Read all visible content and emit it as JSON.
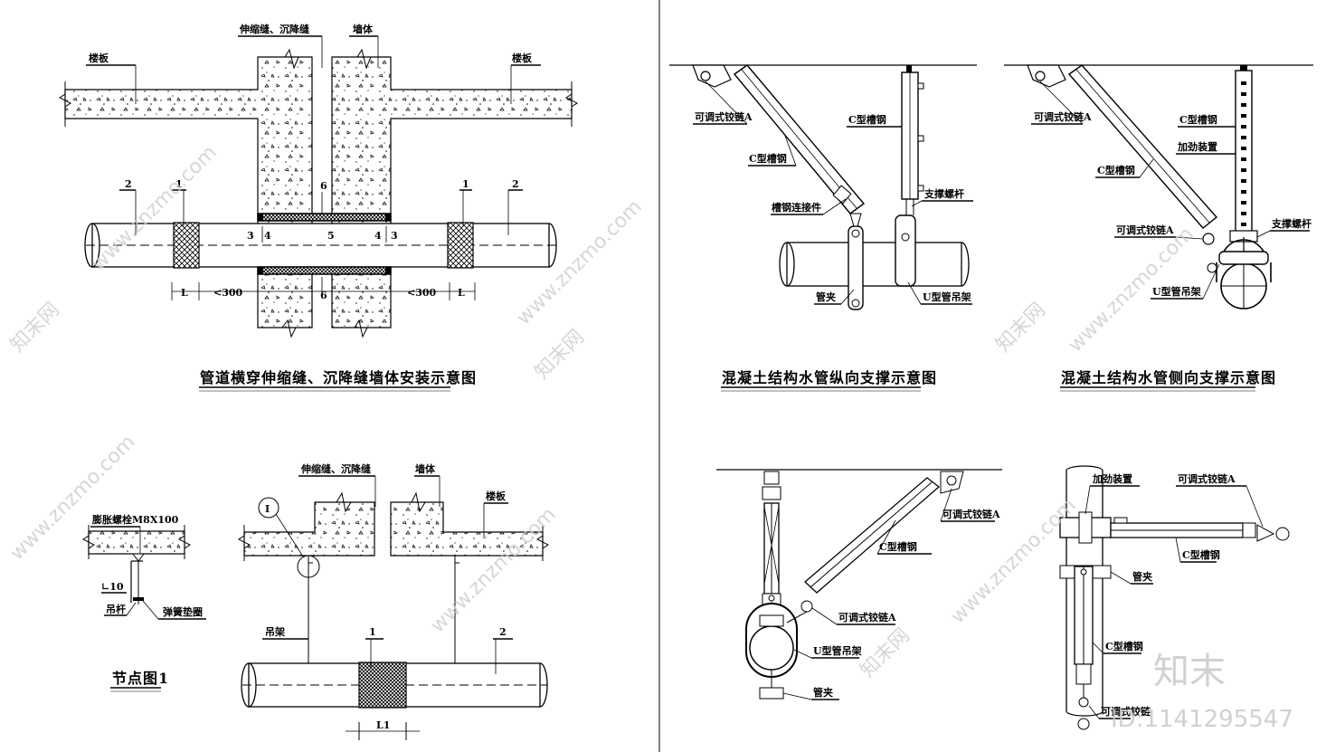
{
  "panel1": {
    "title": "管道横穿伸缩缝、沉降缝墙体安装示意图",
    "floor_left": "楼板",
    "floor_right": "楼板",
    "joint": "伸缩缝、沉降缝",
    "wall": "墙体",
    "callouts": {
      "n1a": "1",
      "n1b": "1",
      "n2a": "2",
      "n2b": "2",
      "n3a": "3",
      "n3b": "3",
      "n4a": "4",
      "n4b": "4",
      "n5": "5",
      "n6a": "6",
      "n6b": "6"
    },
    "dims": {
      "L_left": "L",
      "lt300_left": "<300",
      "lt300_right": "<300",
      "L_right": "L"
    }
  },
  "panel2": {
    "title": "混凝土结构水管纵向支撑示意图",
    "hinge": "可调式铰链A",
    "cchannel_left": "C型槽钢",
    "cchannel_right": "C型槽钢",
    "connector": "槽钢连接件",
    "rod": "支撑螺杆",
    "clamp": "管夹",
    "uhanger": "U型管吊架"
  },
  "panel3": {
    "title": "混凝土结构水管侧向支撑示意图",
    "hinge_top": "可调式铰链A",
    "cchannel_vert": "C型槽钢",
    "stiffener": "加劲装置",
    "cchannel_diag": "C型槽钢",
    "rod": "支撑螺杆",
    "hinge_bottom": "可调式铰链A",
    "uhanger": "U型管吊架"
  },
  "panel4": {
    "title": "节点图1",
    "bolt": "膨胀螺栓M8X100",
    "angle": "∟10",
    "rod": "吊杆",
    "washer": "弹簧垫圈"
  },
  "panel5": {
    "joint": "伸缩缝、沉降缝",
    "wall": "墙体",
    "floor": "楼板",
    "node": "I",
    "hanger": "吊架",
    "n1": "1",
    "n2": "2",
    "dim": "L1"
  },
  "panel6": {
    "hinge_a": "可调式铰链A",
    "cchannel": "C型槽钢",
    "hinge_b": "可调式铰链A",
    "uhanger": "U型管吊架",
    "clamp": "管夹"
  },
  "panel7": {
    "stiffener": "加劲装置",
    "hinge": "可调式铰链A",
    "cchannel_h": "C型槽钢",
    "clamp": "管夹",
    "cchannel_v": "C型槽钢",
    "hinge_bottom": "可调式铰链"
  },
  "watermark": {
    "site": "www.znzmo.com",
    "cn": "知末网",
    "brand": "知末",
    "id": "ID:1141295547"
  }
}
